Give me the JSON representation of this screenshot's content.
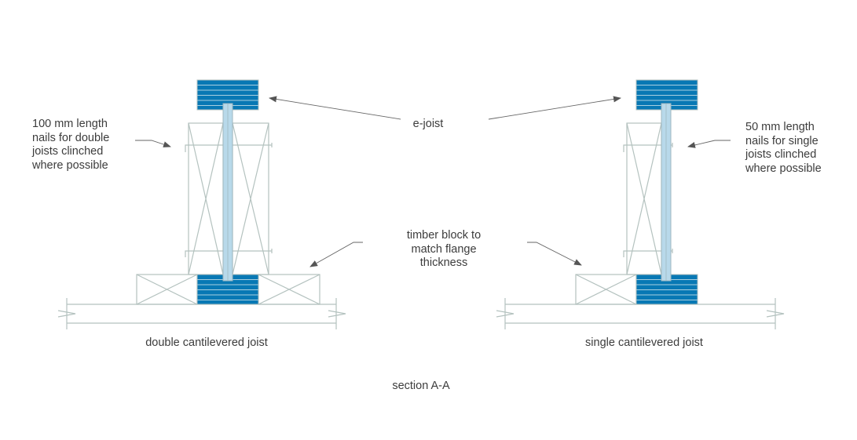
{
  "labels": {
    "nails_double": "100 mm length\nnails for double\njoists clinched\nwhere possible",
    "nails_single": "50 mm length\nnails for single\njoists clinched\nwhere possible",
    "e_joist": "e-joist",
    "timber_block": "timber block to\nmatch flange\nthickness",
    "double_caption": "double cantilevered joist",
    "single_caption": "single cantilevered joist",
    "section_title": "section A-A"
  },
  "colors": {
    "flange": "#0878b4",
    "flange_lines": "#a8cfe0",
    "web": "#b8d9ea",
    "outline": "#b4c2bf",
    "arrow": "#555555"
  }
}
